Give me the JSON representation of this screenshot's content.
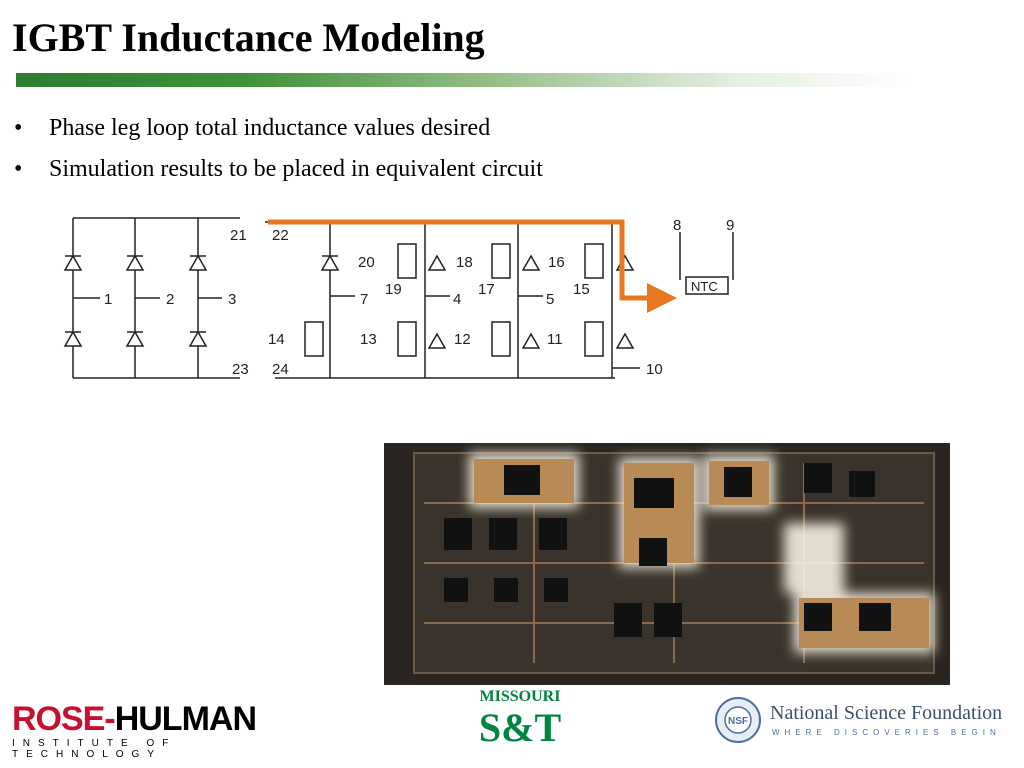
{
  "slide": {
    "title": "IGBT Inductance Modeling",
    "bullets": [
      "Phase leg loop total inductance values desired",
      "Simulation results to be placed in equivalent circuit"
    ]
  },
  "schematic": {
    "pins": [
      "21",
      "22",
      "1",
      "2",
      "3",
      "23",
      "24",
      "20",
      "19",
      "18",
      "17",
      "16",
      "15",
      "7",
      "4",
      "5",
      "14",
      "13",
      "12",
      "11",
      "10",
      "8",
      "9"
    ],
    "ntc_label": "NTC",
    "highlight_color": "#e87722"
  },
  "logos": {
    "rose_hulman": {
      "word_a": "ROSE-",
      "word_b": "HULMAN",
      "tagline": "INSTITUTE OF TECHNOLOGY"
    },
    "missouri_st": {
      "line1": "MISSOURI",
      "line2": "S&T"
    },
    "nsf": {
      "badge": "NSF",
      "name": "National Science Foundation",
      "tagline": "WHERE DISCOVERIES BEGIN"
    }
  },
  "colors": {
    "title_bar_green": "#2e7d32",
    "rose_red": "#c8102e",
    "nsf_blue": "#4a6fa5",
    "mst_green": "#00853e"
  }
}
